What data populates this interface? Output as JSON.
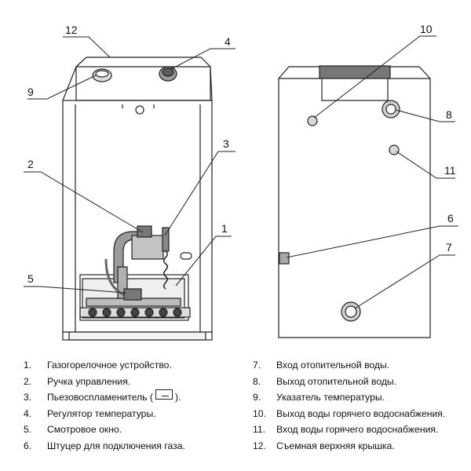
{
  "callouts": {
    "c1": "1",
    "c2": "2",
    "c3": "3",
    "c4": "4",
    "c5": "5",
    "c6": "6",
    "c7": "7",
    "c8": "8",
    "c9": "9",
    "c10": "10",
    "c11": "11",
    "c12": "12"
  },
  "legend": {
    "left": [
      {
        "n": "1.",
        "text": "Газогорелочное устройство."
      },
      {
        "n": "2.",
        "text": "Ручка управления."
      },
      {
        "n": "3.",
        "text_before": "Пьезовоспламенитель (",
        "text_after": ").",
        "icon": "piezo-igniter-symbol-icon"
      },
      {
        "n": "4.",
        "text": "Регулятор температуры."
      },
      {
        "n": "5.",
        "text": "Смотровое окно."
      },
      {
        "n": "6.",
        "text": "Штуцер для подключения газа."
      }
    ],
    "right": [
      {
        "n": "7.",
        "text": "Вход отопительной воды."
      },
      {
        "n": "8.",
        "text": "Выход отопительной воды."
      },
      {
        "n": "9.",
        "text": "Указатель температуры."
      },
      {
        "n": "10.",
        "text": "Выход воды горячего водоснабжения."
      },
      {
        "n": "11.",
        "text": "Вход воды горячего водоснабжения."
      },
      {
        "n": "12.",
        "text": "Съемная верхняя крышка."
      }
    ]
  }
}
